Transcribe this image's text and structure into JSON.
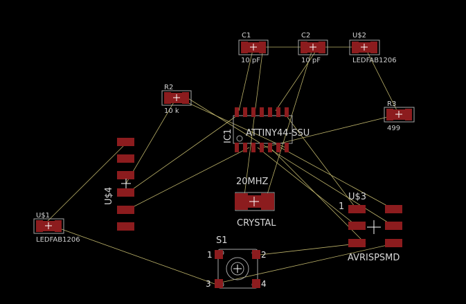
{
  "board": {
    "background": "#000000",
    "pad_color": "#8c1c1e",
    "airwire_color": "#bdb36a",
    "outline_color": "#a8a8a8"
  },
  "components": {
    "c1": {
      "name": "C1",
      "value": "10 pF"
    },
    "c2": {
      "name": "C2",
      "value": "10 pF"
    },
    "led2": {
      "name": "U$2",
      "value": "LEDFAB1206"
    },
    "r2": {
      "name": "R2",
      "value": "10 k"
    },
    "r3": {
      "name": "R3",
      "value": "499"
    },
    "ic1": {
      "name": "IC1",
      "value": "ATTINY44-SSU"
    },
    "crystal": {
      "name": "20MHZ",
      "value": "CRYSTAL"
    },
    "header": {
      "name": "U$4"
    },
    "led1": {
      "name": "U$1",
      "value": "LEDFAB1206"
    },
    "isp": {
      "name": "U$3",
      "value": "AVRISPSMD",
      "pin1": "1"
    },
    "switch": {
      "name": "S1",
      "pins": [
        "1",
        "2",
        "3",
        "4"
      ]
    }
  }
}
